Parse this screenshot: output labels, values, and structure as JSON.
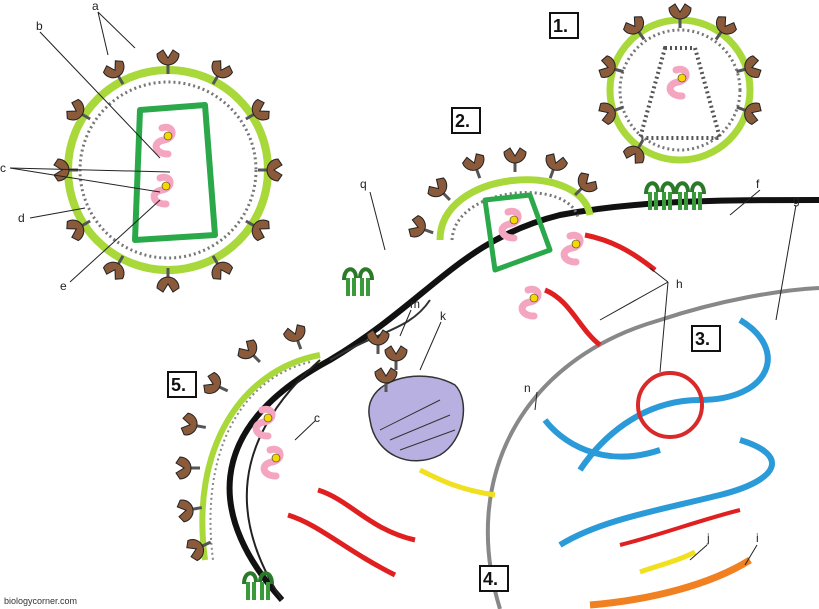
{
  "labels": {
    "a": "a",
    "b": "b",
    "c1": "c",
    "c2": "c",
    "d": "d",
    "e": "e",
    "f": "f",
    "g": "g",
    "h": "h",
    "i": "i",
    "j": "j",
    "k": "k",
    "m": "m",
    "n": "n",
    "q": "q"
  },
  "steps": [
    "1.",
    "2.",
    "3.",
    "4.",
    "5."
  ],
  "credit": "biologycorner.com",
  "colors": {
    "envelope": "#a8d83a",
    "capsid_outline": "#2aa84a",
    "rna": "#f4a6c0",
    "enzyme": "#f5d800",
    "glycoprotein": "#8a5a3a",
    "receptor": "#3a9a3a",
    "cell_membrane": "#111111",
    "nucleus_membrane": "#888888",
    "host_dna": "#2a9ad8",
    "integrated_circle": "#d82a2a",
    "viral_dna": "#e02020",
    "ribosome": "#b8b0e0",
    "protein_j": "#f0e020",
    "protein_i": "#f08020"
  }
}
